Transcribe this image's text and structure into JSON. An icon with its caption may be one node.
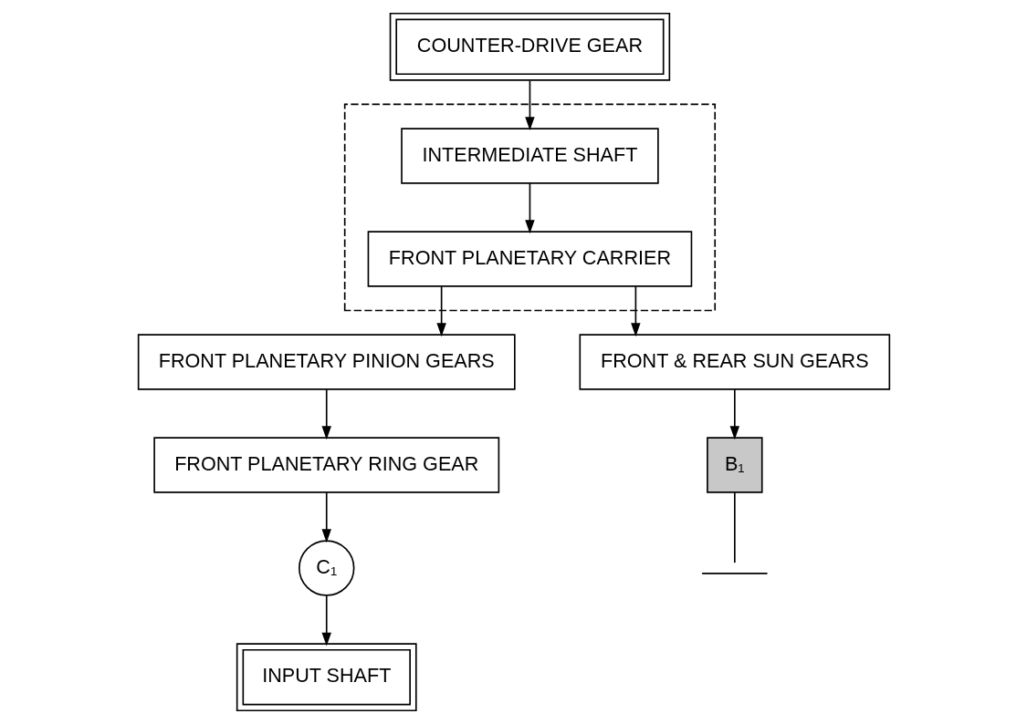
{
  "diagram": {
    "nodes": [
      {
        "text": [
          "COUNTER-DRIVE GEAR"
        ]
      },
      {
        "text": [],
        "shape": "box"
      },
      {
        "text": [
          "INTERMEDIATE SHAFT"
        ],
        "in": 1
      },
      {
        "text": [
          "FRONT PLANETARY CARRIER"
        ],
        "in": 1
      },
      {
        "text": [
          "FRONT PLANETARY PINION GEARS"
        ]
      },
      {
        "text": [
          "FRONT & REAR SUN GEARS"
        ]
      },
      {
        "text": [
          "FRONT PLANETARY RING GEAR"
        ]
      },
      {
        "text": [
          "C₁"
        ]
      },
      {
        "text": [
          "B₁"
        ]
      },
      {
        "text": [
          "INPUT SHAFT"
        ]
      },
      {
        "text": [],
        "shape": "ground"
      }
    ],
    "edges": [
      {
        "from": 0,
        "to": 2,
        "arrow": "to"
      },
      {
        "from": 2,
        "to": 3,
        "arrow": "to"
      },
      {
        "from": 3,
        "to": 4,
        "arrow": "to"
      },
      {
        "from": 3,
        "to": 5,
        "arrow": "to"
      },
      {
        "from": 4,
        "to": 6,
        "arrow": "to"
      },
      {
        "from": 6,
        "to": 7,
        "arrow": "to"
      },
      {
        "from": 7,
        "to": 9,
        "arrow": "to"
      },
      {
        "from": 5,
        "to": 8,
        "arrow": "to"
      },
      {
        "from": 8,
        "to": 10,
        "arrow": "none"
      }
    ]
  }
}
